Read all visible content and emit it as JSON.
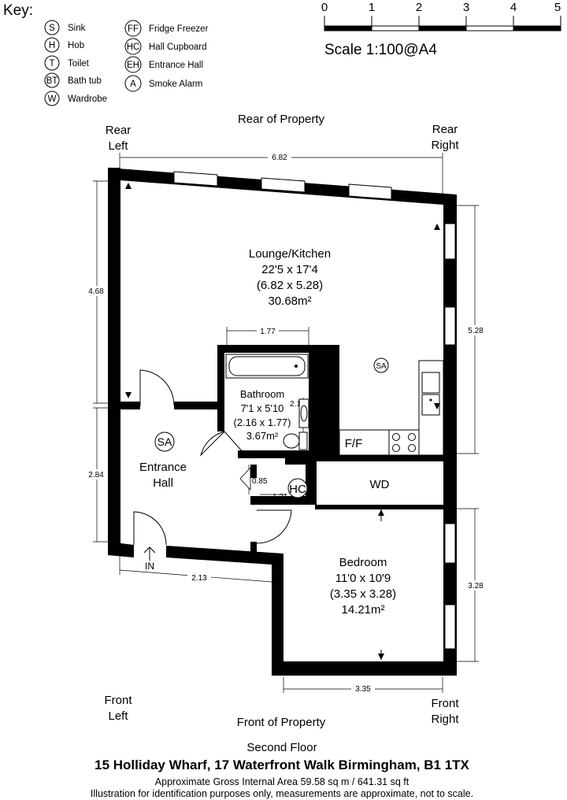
{
  "key": {
    "title": "Key:",
    "left": [
      {
        "code": "S",
        "label": "Sink"
      },
      {
        "code": "H",
        "label": "Hob"
      },
      {
        "code": "T",
        "label": "Toilet"
      },
      {
        "code": "BT",
        "label": "Bath tub"
      },
      {
        "code": "W",
        "label": "Wardrobe"
      }
    ],
    "right": [
      {
        "code": "FF",
        "label": "Fridge Freezer"
      },
      {
        "code": "HC",
        "label": "Hall Cupboard"
      },
      {
        "code": "EH",
        "label": "Entrance Hall"
      },
      {
        "code": "A",
        "label": "Smoke Alarm"
      }
    ]
  },
  "scale_bar": {
    "ticks": [
      "0",
      "1",
      "2",
      "3",
      "4",
      "5"
    ],
    "label": "Scale 1:100@A4"
  },
  "orientation": {
    "rear": "Rear of Property",
    "front": "Front of Property",
    "rear_left": [
      "Rear",
      "Left"
    ],
    "rear_right": [
      "Rear",
      "Right"
    ],
    "front_left": [
      "Front",
      "Left"
    ],
    "front_right": [
      "Front",
      "Right"
    ]
  },
  "rooms": {
    "lounge": [
      "Lounge/Kitchen",
      "22'5 x 17'4",
      "(6.82 x 5.28)",
      "30.68m²"
    ],
    "bathroom": [
      "Bathroom",
      "7'1 x 5'10",
      "(2.16 x 1.77)",
      "3.67m²"
    ],
    "entrance": [
      "Entrance",
      "Hall"
    ],
    "bedroom": [
      "Bedroom",
      "11'0 x 10'9",
      "(3.35 x 3.28)",
      "14.21m²"
    ]
  },
  "labels": {
    "ff": "F/F",
    "wd": "WD",
    "hc": "HC",
    "sa": "SA",
    "in": "IN"
  },
  "dimensions": {
    "top": "6.82",
    "left_upper": "4.68",
    "left_lower": "2.84",
    "right_upper": "5.28",
    "right_lower": "3.28",
    "bath_width": "1.77",
    "bath_depth": "2.16",
    "hc_depth": "0.85",
    "hc_width": "1.21",
    "entrance_width": "2.13",
    "bedroom_width": "3.35"
  },
  "footer": {
    "floor": "Second Floor",
    "address": "15 Holliday Wharf, 17 Waterfront Walk Birmingham, B1 1TX",
    "area": "Approximate Gross Internal Area 59.58 sq m / 641.31 sq ft",
    "disclaimer": "Illustration for identification purposes only, measurements are approximate, not to scale."
  }
}
